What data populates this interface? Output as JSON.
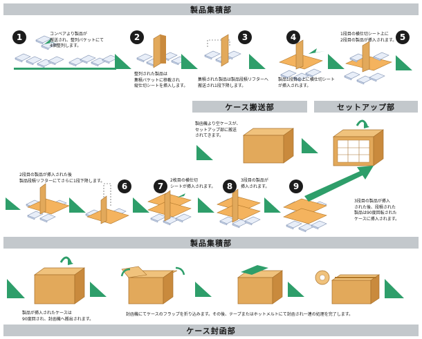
{
  "sections": {
    "collect_top": "製品集積部",
    "case_transport": "ケース搬送部",
    "setup": "セットアップ部",
    "collect_mid": "製品集積部",
    "case_seal": "ケース封函部"
  },
  "step_numbers": [
    "1",
    "2",
    "3",
    "4",
    "5",
    "6",
    "7",
    "8",
    "9"
  ],
  "captions": {
    "s1": "コンベアより製品が\n搬送され、整列バケットにて\n4個整列します。",
    "s2": "整列された製品は\n集積バケットに移載され\n縦仕切シートを挿入します。",
    "s3": "集積された製品は製品段積リフターへ\n搬送され1段下降します。",
    "s4": "製品1段目の上に横仕切シート\nが挿入されます。",
    "s5": "1段目の横仕切シート上に\n2段目の製品が挿入されます。",
    "transport": "製函機より空ケースが、\nセットアップ部に搬送\nされてきます。",
    "s6": "2段目の製品が挿入された後\n製品段積リフターにてさらに1段下降します。",
    "s7": "2枚目の横仕切\nシートが挿入されます。",
    "s8": "3段目の製品が\n挿入されます。",
    "s9": "3段目の製品が挿入\nされた後、段積された\n製品は90度回転された\nケースに挿入されます。",
    "case_out": "製品が挿入されたケースは\n90度回され、封函機へ搬出されます。",
    "seal": "封函機にてケースのフラップを折り込みます。その後、テープまたはホットメルトにて封函され一連の処理を完了します。"
  },
  "colors": {
    "section_bar": "#c3c8cc",
    "arrow_green": "#2e9e6a",
    "box_tan": "#e2a95b",
    "sheet_orange": "#f4b35e",
    "product_blue": "#dfe7f3",
    "number_badge": "#1c1c1c"
  }
}
